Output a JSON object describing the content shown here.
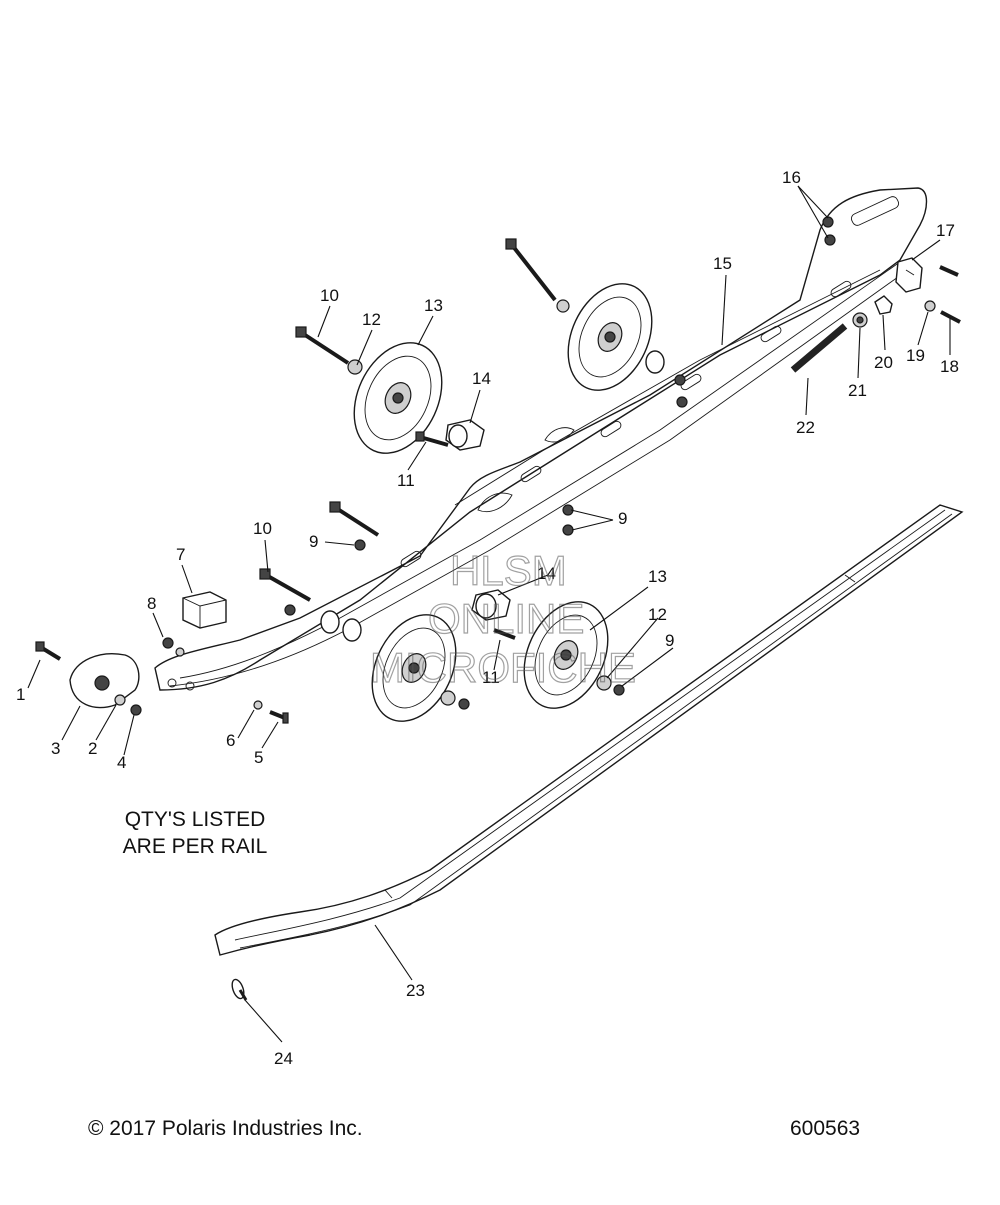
{
  "note": {
    "line1": "QTY'S LISTED",
    "line2": "ARE PER RAIL"
  },
  "footer": {
    "copyright": "© 2017 Polaris Industries Inc.",
    "figure_number": "600563"
  },
  "watermark": {
    "line1": "HLSM",
    "line2": "ONLINE",
    "line3": "MICROFICHE"
  },
  "callouts": {
    "c1": "1",
    "c2": "2",
    "c3": "3",
    "c4": "4",
    "c5": "5",
    "c6": "6",
    "c7": "7",
    "c8": "8",
    "c9a": "9",
    "c9b": "9",
    "c9c": "9",
    "c10a": "10",
    "c10b": "10",
    "c11a": "11",
    "c11b": "11",
    "c12a": "12",
    "c12b": "12",
    "c13a": "13",
    "c13b": "13",
    "c14a": "14",
    "c14b": "14",
    "c15": "15",
    "c16": "16",
    "c17": "17",
    "c18": "18",
    "c19": "19",
    "c20": "20",
    "c21": "21",
    "c22": "22",
    "c23": "23",
    "c24": "24"
  }
}
